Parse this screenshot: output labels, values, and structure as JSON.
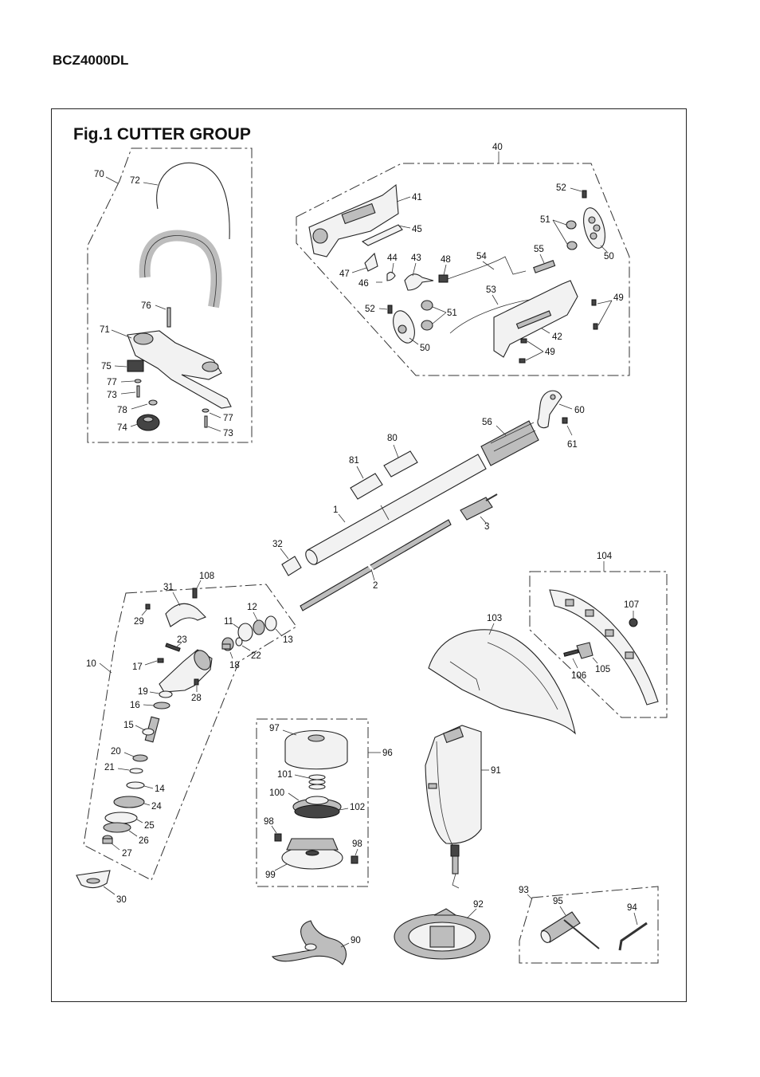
{
  "header": {
    "model": "BCZ4000DL"
  },
  "figure": {
    "title": "Fig.1  CUTTER GROUP",
    "callouts": {
      "c40": "40",
      "c41": "41",
      "c45": "45",
      "c52a": "52",
      "c51a": "51",
      "c50a": "50",
      "c47": "47",
      "c44": "44",
      "c43": "43",
      "c48": "48",
      "c54": "54",
      "c55": "55",
      "c46": "46",
      "c53": "53",
      "c49a": "49",
      "c52b": "52",
      "c51b": "51",
      "c50b": "50",
      "c42": "42",
      "c49b": "49",
      "c70": "70",
      "c72": "72",
      "c76": "76",
      "c71": "71",
      "c75": "75",
      "c77a": "77",
      "c73a": "73",
      "c78": "78",
      "c74": "74",
      "c77b": "77",
      "c73b": "73",
      "c60": "60",
      "c56": "56",
      "c61": "61",
      "c80": "80",
      "c81": "81",
      "c1": "1",
      "c3": "3",
      "c32": "32",
      "c2": "2",
      "c10": "10",
      "c31": "31",
      "c108": "108",
      "c29": "29",
      "c12": "12",
      "c11": "11",
      "c23": "23",
      "c13": "13",
      "c17": "17",
      "c22": "22",
      "c18": "18",
      "c19": "19",
      "c28": "28",
      "c16": "16",
      "c15": "15",
      "c20": "20",
      "c21": "21",
      "c14": "14",
      "c24": "24",
      "c25": "25",
      "c26": "26",
      "c27": "27",
      "c30": "30",
      "c104": "104",
      "c107": "107",
      "c103": "103",
      "c105": "105",
      "c106": "106",
      "c96": "96",
      "c97": "97",
      "c101": "101",
      "c100": "100",
      "c102": "102",
      "c98a": "98",
      "c98b": "98",
      "c99": "99",
      "c91": "91",
      "c93": "93",
      "c95": "95",
      "c94": "94",
      "c92": "92",
      "c90": "90"
    }
  }
}
